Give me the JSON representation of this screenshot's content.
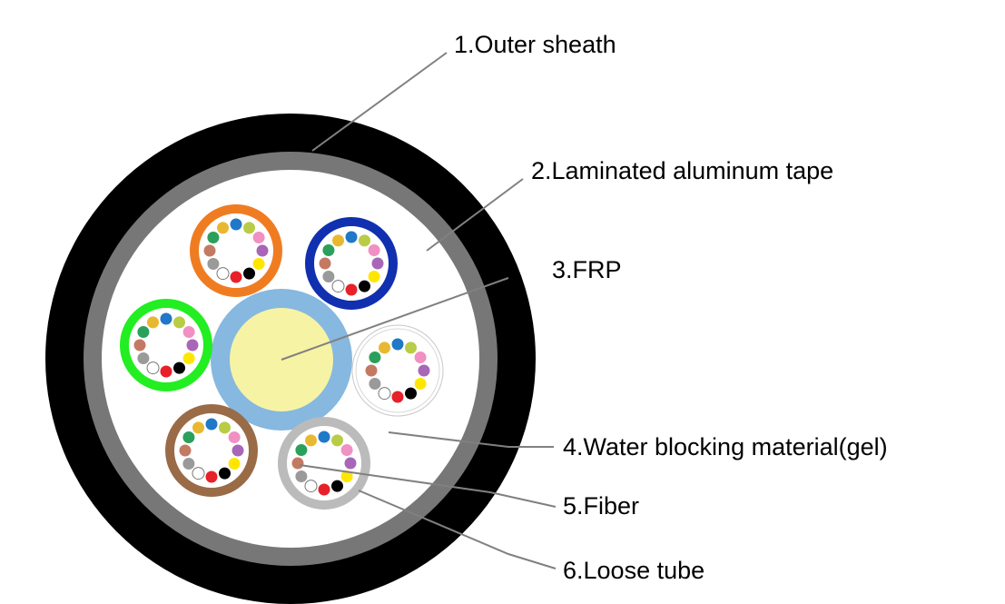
{
  "labels": {
    "outer_sheath": "1.Outer sheath",
    "aluminum_tape": "2.Laminated aluminum tape",
    "frp": "3.FRP",
    "water_blocking": "4.Water blocking material(gel)",
    "fiber": "5.Fiber",
    "loose_tube": "6.Loose tube"
  },
  "colors": {
    "outer_sheath": "#000000",
    "aluminum_tape": "#777777",
    "gel": "#ffffff",
    "frp_core": "#f7f3a4",
    "frp_coating": "#86b8e0",
    "leader_line": "#808080"
  },
  "loose_tube_colors": [
    "#f07c22",
    "#1030b0",
    "#22ee22",
    "#ffffff",
    "#9a6b47",
    "#bbbbbb"
  ],
  "fiber_colors": [
    "#1f78c8",
    "#b8cc46",
    "#f190c2",
    "#a866b8",
    "#ffe600",
    "#000000",
    "#e8202a",
    "#ffffff",
    "#9a9a9a",
    "#c47a62",
    "#2aa05a",
    "#e8b830"
  ]
}
